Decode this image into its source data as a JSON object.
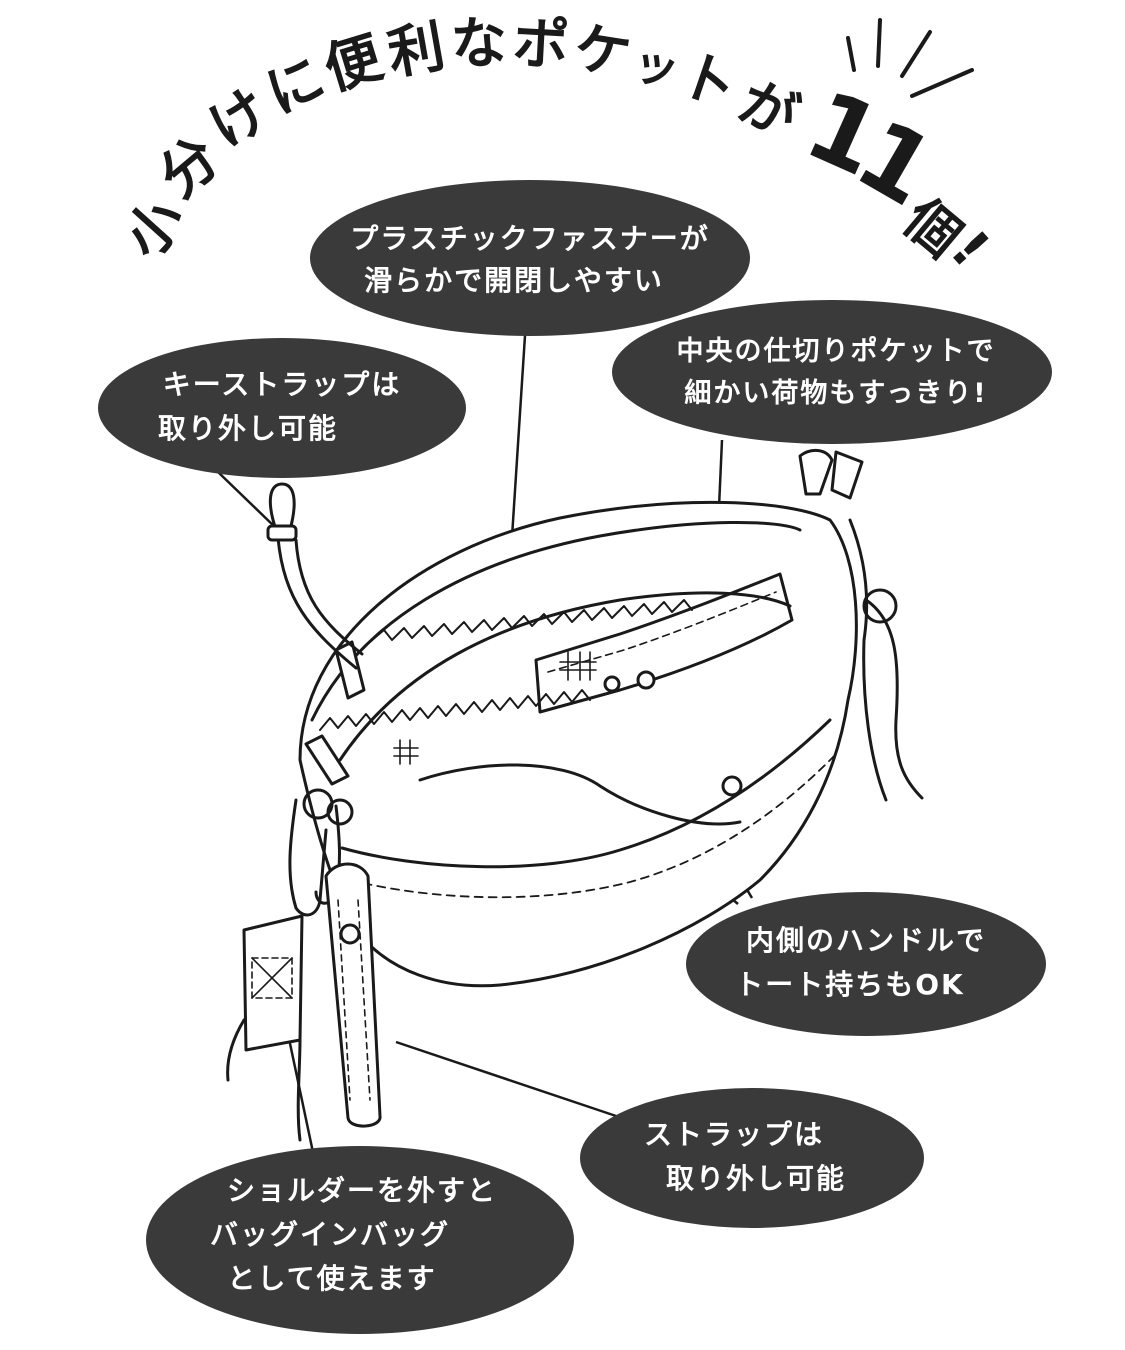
{
  "headline": {
    "text": "小分けに便利なポケットが11個!",
    "chars": [
      "小",
      "分",
      "け",
      "に",
      "便",
      "利",
      "な",
      "ポ",
      "ケ",
      "ッ",
      "ト",
      "が",
      "1",
      "1",
      "個",
      "!"
    ]
  },
  "callouts": {
    "zipper": {
      "line1": "プラスチックファスナーが",
      "line2": "滑らかで開閉しやすい"
    },
    "key_strap": {
      "line1": "キーストラップは",
      "line2": "取り外し可能"
    },
    "divider_pocket": {
      "line1": "中央の仕切りポケットで",
      "line2": "細かい荷物もすっきり!"
    },
    "inner_handle": {
      "line1": "内側のハンドルで",
      "line2": "トート持ちもOK"
    },
    "strap_removable": {
      "line1": "ストラップは",
      "line2": "取り外し可能"
    },
    "bag_in_bag": {
      "line1": "ショルダーを外すと",
      "line2": "バッグインバッグ",
      "line3": "として使えます"
    }
  },
  "colors": {
    "bubble": "#3a3a3a",
    "ink": "#1a1a1a",
    "bubble_text": "#ffffff",
    "background": "#ffffff"
  }
}
